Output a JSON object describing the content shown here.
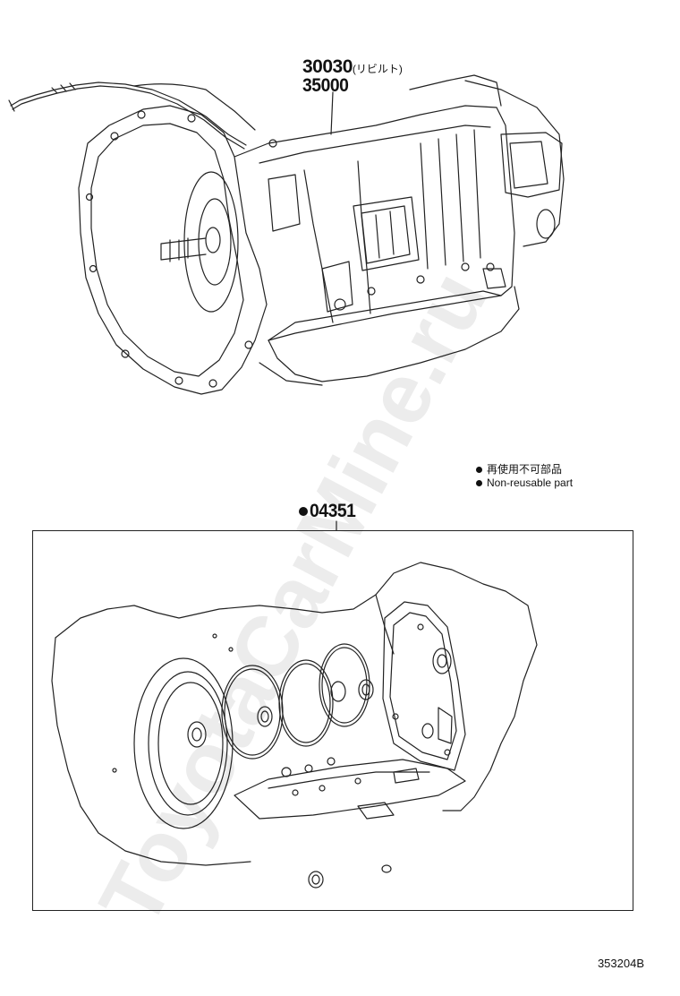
{
  "callouts": {
    "part1": "30030",
    "part1_note": "(リビルト)",
    "part2": "35000",
    "kit": "04351"
  },
  "legend": {
    "jp": "再使用不可部品",
    "en": "Non-reusable part"
  },
  "watermark": "ToyotaCarMine.ru",
  "figure_id": "353204B"
}
